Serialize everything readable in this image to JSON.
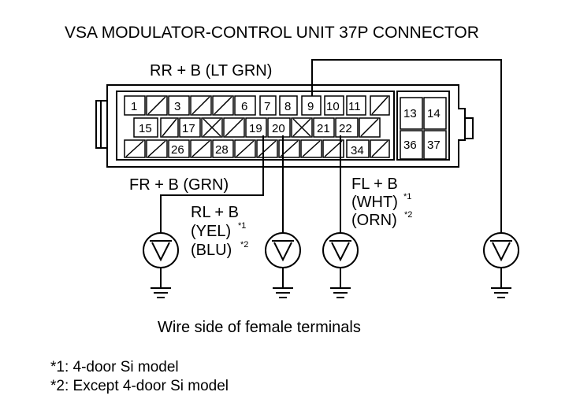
{
  "title": "VSA MODULATOR-CONTROL UNIT 37P CONNECTOR",
  "wires": {
    "rr": "RR  + B (LT GRN)",
    "fr": "FR  + B (GRN)",
    "rl_line1": "RL  + B",
    "rl_line2": "(YEL)",
    "rl_line3": "(BLU)",
    "fl_line1": "FL  + B",
    "fl_line2": "(WHT)",
    "fl_line3": "(ORN)",
    "sup1": "*1",
    "sup2": "*2"
  },
  "pins": {
    "p1": "1",
    "p3": "3",
    "p6": "6",
    "p7": "7",
    "p8": "8",
    "p9": "9",
    "p10": "10",
    "p11": "11",
    "p13": "13",
    "p14": "14",
    "p15": "15",
    "p17": "17",
    "p19": "19",
    "p20": "20",
    "p21": "21",
    "p22": "22",
    "p26": "26",
    "p28": "28",
    "p34": "34",
    "p36": "36",
    "p37": "37"
  },
  "caption": "Wire side of female terminals",
  "notes": {
    "note1": "*1: 4-door Si model",
    "note2": "*2: Except 4-door Si model"
  },
  "icons": [
    "voltmeter-icon",
    "ground-icon"
  ]
}
